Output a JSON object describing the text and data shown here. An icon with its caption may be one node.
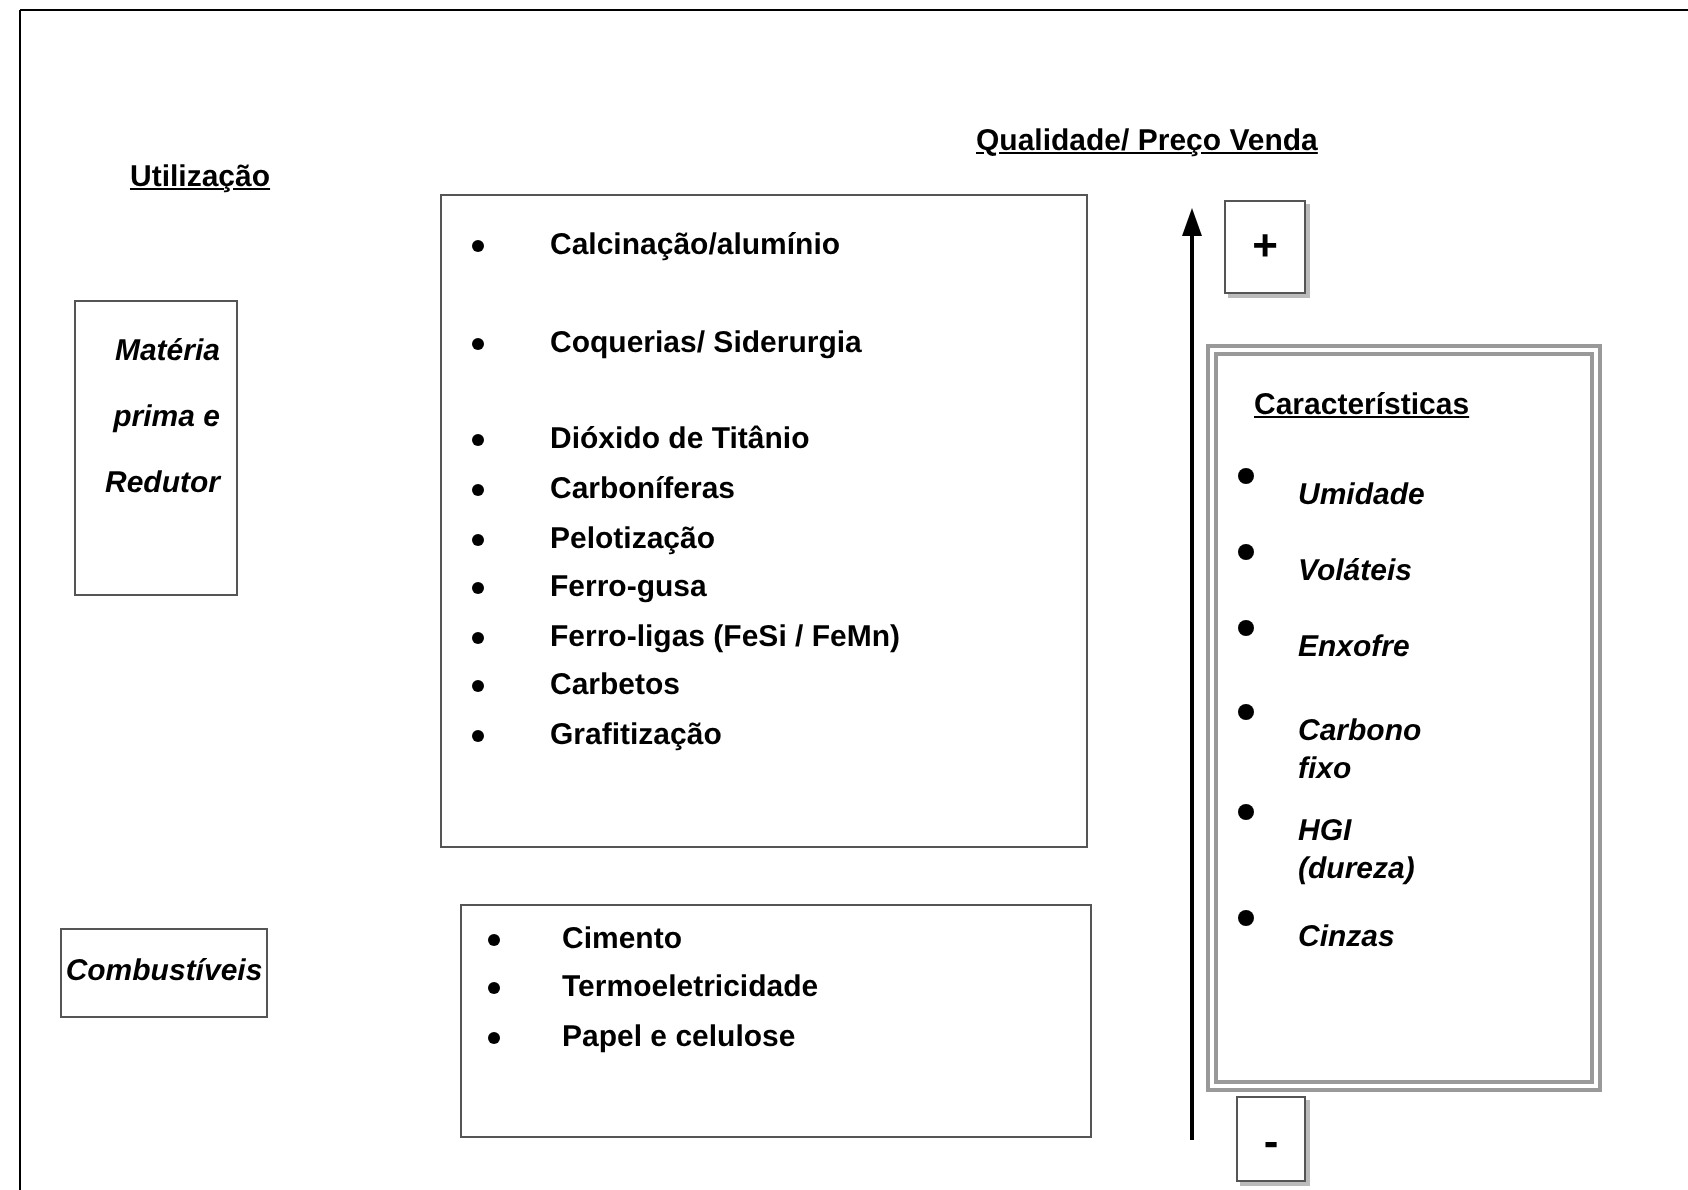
{
  "diagram": {
    "nodes": [
      {
        "text": [
          "Matéria prima e Redutor"
        ]
      },
      {
        "text": [
          "Calcinação/alumínio",
          "Coquerias/ Siderurgia",
          "Dióxido de Titânio",
          "Carboníferas",
          "Pelotização",
          "Ferro-gusa",
          "Ferro-ligas (FeSi / FeMn)",
          "Carbetos",
          "Grafitização"
        ]
      },
      {
        "text": [
          "Combustíveis"
        ]
      },
      {
        "text": [
          "Cimento",
          "Termoeletricidade",
          "Papel e celulose"
        ]
      },
      {
        "text": [
          "+"
        ]
      },
      {
        "text": [
          "Características",
          "Umidade",
          "Voláteis",
          "Enxofre",
          "Carbono fixo",
          "HGI (dureza)",
          "Cinzas"
        ]
      },
      {
        "text": [
          "-"
        ]
      }
    ],
    "edges": [],
    "labels": [
      "Utilização",
      "Qualidade/ Preço Venda"
    ]
  }
}
